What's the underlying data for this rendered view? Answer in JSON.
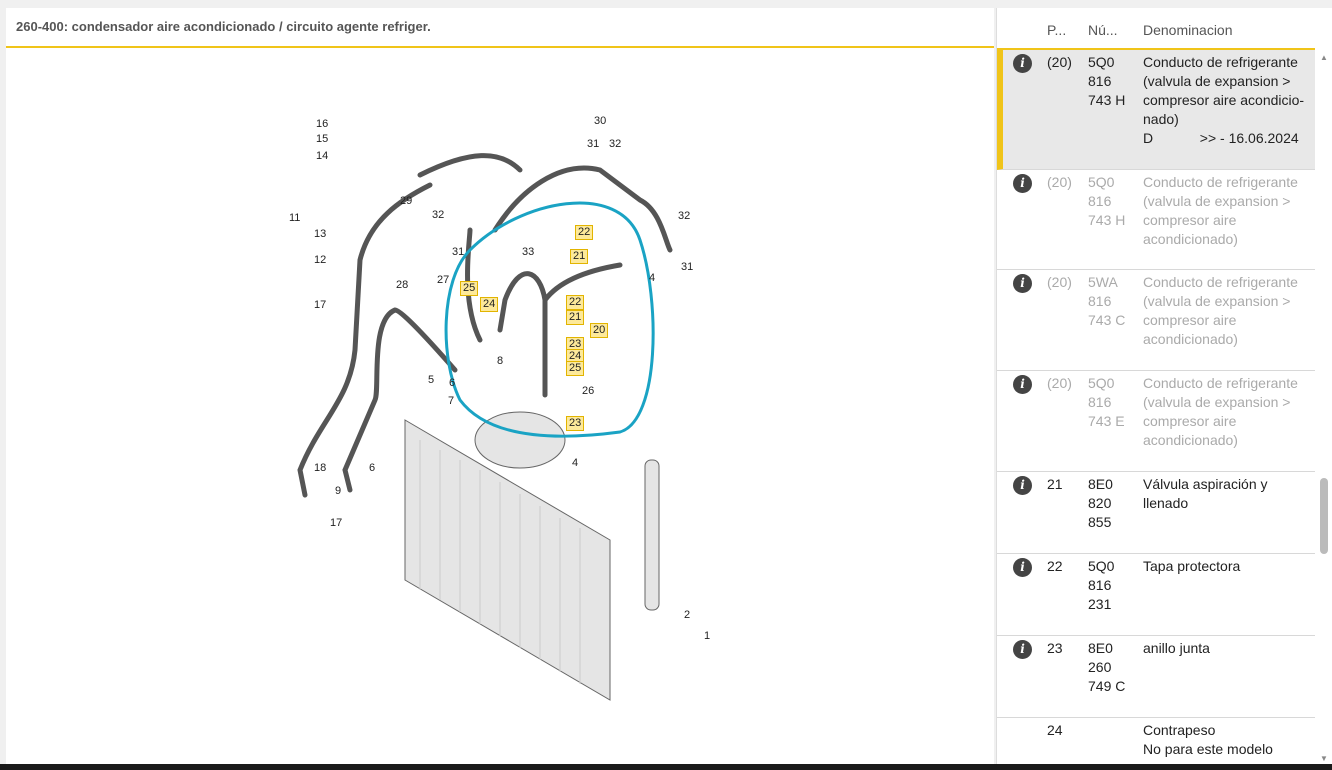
{
  "title": "260-400: condensador aire acondicionado / circuito agente refriger.",
  "table": {
    "headers": {
      "pos": "P...",
      "num": "Nú...",
      "denom": "Denominacion"
    },
    "rows": [
      {
        "pos": "(20)",
        "num": "5Q0\n816\n743 H",
        "denom": "Conducto de refrigerante (valvula de expansion >  compresor aire acondicio-nado)",
        "extra": "D            >> - 16.06.2024",
        "selected": true
      },
      {
        "pos": "(20)",
        "num": "5Q0\n816\n743 H",
        "denom": "Conducto de refrigerante (valvula de expansion >  compresor aire acondicionado)"
      },
      {
        "pos": "(20)",
        "num": "5WA\n816\n743 C",
        "denom": "Conducto de refrigerante (valvula de expansion >  compresor aire acondicionado)"
      },
      {
        "pos": "(20)",
        "num": "5Q0\n816\n743 E",
        "denom": "Conducto de refrigerante (valvula de expansion >  compresor aire acondicionado)"
      },
      {
        "pos": "21",
        "num": "8E0\n820\n855",
        "denom": "Válvula aspiración y llenado"
      },
      {
        "pos": "22",
        "num": "5Q0\n816\n231",
        "denom": "Tapa protectora"
      },
      {
        "pos": "23",
        "num": "8E0\n260\n749 C",
        "denom": "anillo junta"
      },
      {
        "pos": "24",
        "num": "",
        "denom": "Contrapeso\nNo para este modelo"
      }
    ]
  },
  "diagram": {
    "labels": [
      "16",
      "15",
      "14",
      "11",
      "13",
      "12",
      "17",
      "29",
      "32",
      "31",
      "33",
      "27",
      "28",
      "25",
      "24",
      "22",
      "21",
      "30",
      "31",
      "32",
      "32",
      "31",
      "4",
      "22",
      "21",
      "20",
      "23",
      "24",
      "25",
      "8",
      "5",
      "6",
      "7",
      "26",
      "23",
      "4",
      "18",
      "9",
      "6",
      "17",
      "2",
      "1"
    ]
  },
  "colors": {
    "accent": "#f0c419",
    "annotation": "#1aa3c4"
  }
}
